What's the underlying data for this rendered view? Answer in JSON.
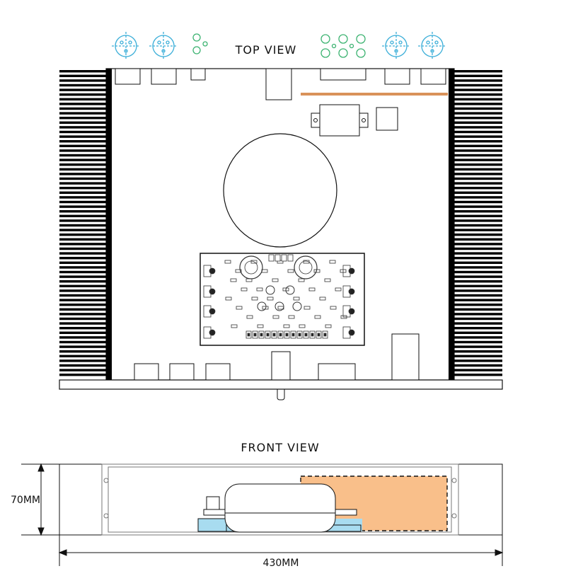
{
  "labels": {
    "top_view": "TOP VIEW",
    "front_view": "FRONT VIEW",
    "height_dim": "70MM",
    "width_dim": "430MM"
  },
  "colors": {
    "line": "#111111",
    "heatsink": "#000000",
    "connector_blue": "#3aaed8",
    "connector_green": "#3cb371",
    "copper_strip": "#d9925a",
    "orange_module": "#f9bf8a",
    "light_blue_mount": "#a8dcf0"
  }
}
